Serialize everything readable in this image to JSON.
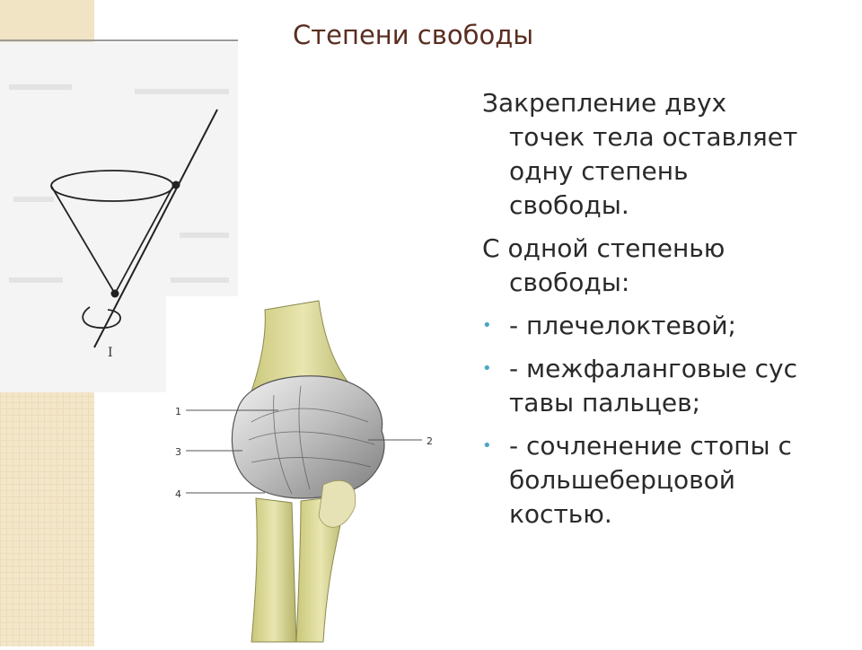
{
  "slide": {
    "title": "Степени свободы",
    "paragraphs": [
      {
        "lines": [
          "Закрепление двух",
          "точек тела оставляет",
          "одну степень",
          "свободы."
        ]
      },
      {
        "lines": [
          "С одной степенью",
          "свободы:"
        ]
      }
    ],
    "bullets": [
      {
        "lines": [
          "- плечелоктевой;"
        ]
      },
      {
        "lines": [
          "- межфаланговые сус",
          "тавы пальцев;"
        ]
      },
      {
        "lines": [
          "- сочленение стопы с",
          "большеберцовой",
          "костью."
        ]
      }
    ],
    "bullet_glyph": "•",
    "figure_labels": [
      "1",
      "2",
      "3",
      "4"
    ],
    "figure_cone_label": "I"
  },
  "colors": {
    "title": "#5a2e20",
    "bullet": "#4aa6c4",
    "text": "#2a2a2a",
    "accent_strip": "#f3e6c9"
  }
}
